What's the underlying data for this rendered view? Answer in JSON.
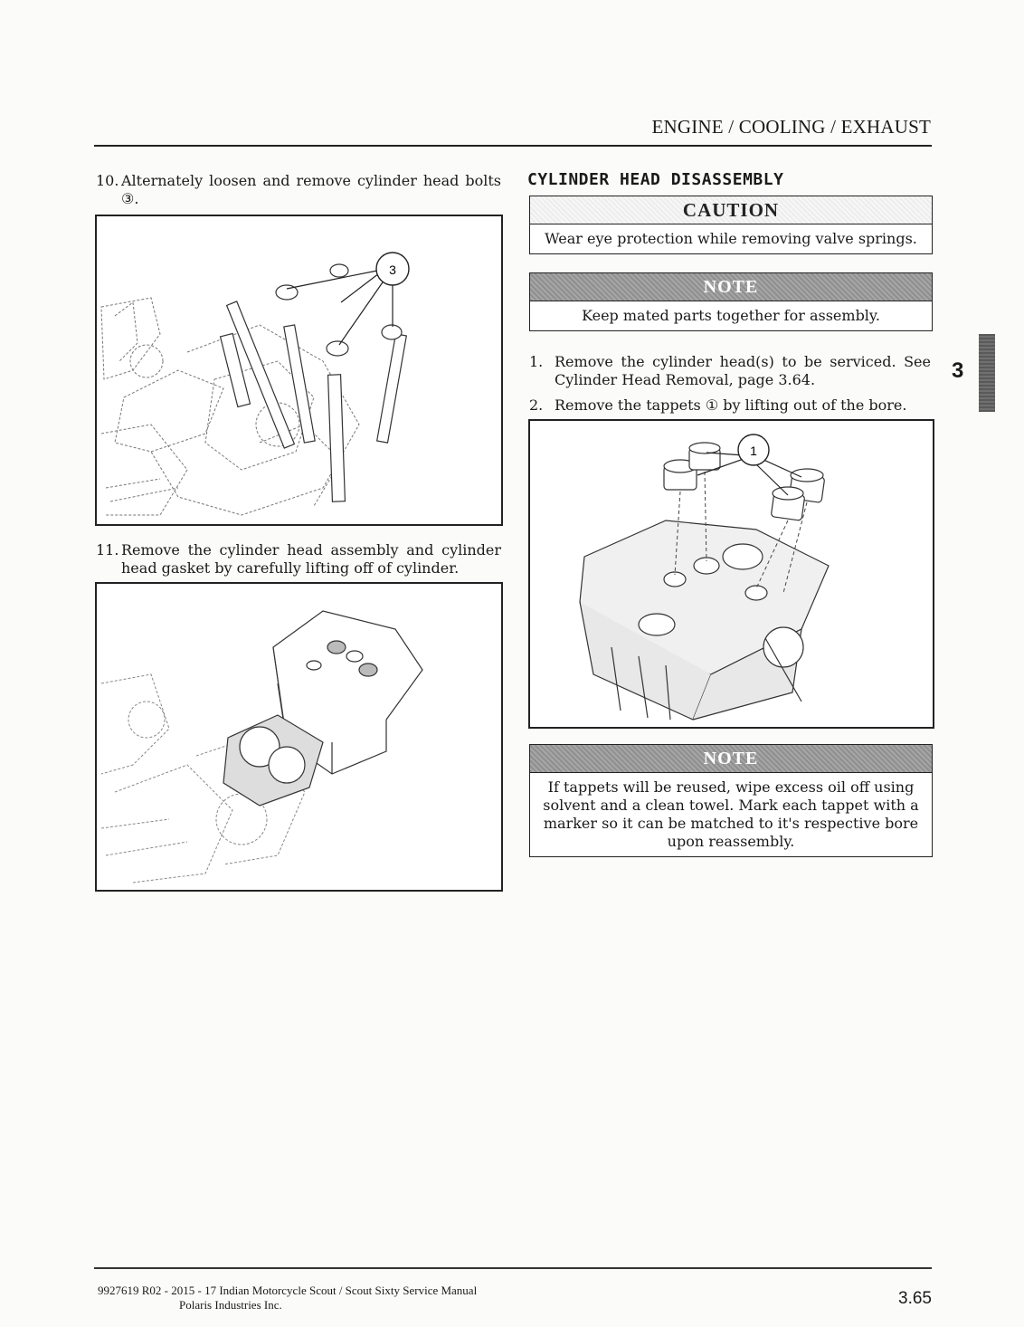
{
  "header": {
    "section_title": "ENGINE / COOLING / EXHAUST"
  },
  "left_column": {
    "step10": {
      "number": "10.",
      "text": "Alternately loosen and remove cylinder head bolts ③."
    },
    "figure1": {
      "callout": "3"
    },
    "step11": {
      "number": "11.",
      "text": "Remove the cylinder head assembly and cylinder head gasket by carefully lifting off of cylinder."
    }
  },
  "right_column": {
    "title": "CYLINDER HEAD DISASSEMBLY",
    "caution": {
      "heading": "CAUTION",
      "text": "Wear eye protection while removing valve springs."
    },
    "note1": {
      "heading": "NOTE",
      "text": "Keep mated parts together for assembly."
    },
    "steps": [
      {
        "number": "1.",
        "text": "Remove the cylinder head(s) to be serviced. See Cylinder Head Removal, page 3.64."
      },
      {
        "number": "2.",
        "text": "Remove the tappets ① by lifting out of the bore."
      }
    ],
    "figure3": {
      "callout": "1"
    },
    "note2": {
      "heading": "NOTE",
      "text": "If tappets will be reused, wipe excess oil off using solvent and a clean towel. Mark each tappet with a marker so it can be matched to it's respective bore upon reassembly."
    }
  },
  "chapter_tab": {
    "number": "3"
  },
  "footer": {
    "line1": "9927619 R02 - 2015 - 17 Indian Motorcycle Scout / Scout Sixty Service Manual",
    "line2": "Polaris Industries Inc.",
    "page_number": "3.65"
  }
}
